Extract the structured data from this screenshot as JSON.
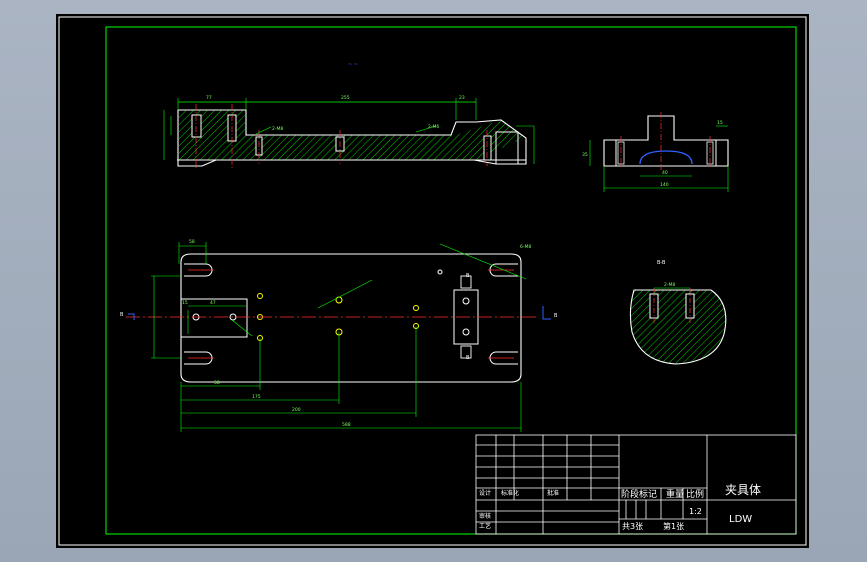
{
  "drawing": {
    "colors": {
      "background": "#000000",
      "outline": "#ffffff",
      "border": "#00ff00",
      "dimension": "#00ff00",
      "center_line": "#ff3030",
      "hatch": "#00ff00",
      "holes": "#ffff00",
      "view_mark": "#3060ff"
    },
    "top_view": {
      "dims": [
        "77",
        "255",
        "23",
        "2-M8",
        "2-M6"
      ]
    },
    "side_view": {
      "dims": [
        "35",
        "40",
        "140",
        "15"
      ]
    },
    "plan_view": {
      "dims": [
        "58",
        "47",
        "15",
        "58",
        "175",
        "200",
        "588",
        "6-M8"
      ],
      "section_mark_left": "B",
      "section_mark_right": "B"
    },
    "section_view": {
      "label": "B-B",
      "dim": "2-M8"
    },
    "title_block": {
      "drawing_name": "夹具体",
      "drawing_code": "LDW",
      "stage_mark": "阶段标记",
      "weight": "重量",
      "scale_label": "比例",
      "scale_value": "1:2",
      "total_sheets": "共3张",
      "sheet_no": "第1张",
      "design": "设计",
      "standardize": "标准化",
      "approve": "批准",
      "review": "审核",
      "process": "工艺"
    }
  }
}
